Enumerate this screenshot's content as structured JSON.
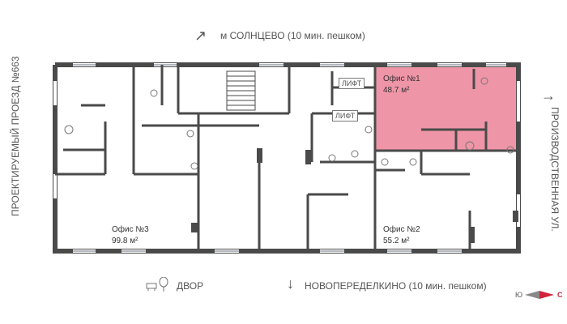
{
  "directions": {
    "top": "м СОЛНЦЕВО (10 мин. пешком)",
    "bottom": "НОВОПЕРЕДЕЛКИНО (10 мин. пешком)",
    "left": "ПРОЕКТИРУЕМЫЙ ПРОЕЗД №663",
    "right": "ПРОИЗВОДСТВЕННАЯ УЛ.",
    "yard": "ДВОР"
  },
  "offices": [
    {
      "name": "Офис №1",
      "area": "48.7 м²",
      "highlighted": true
    },
    {
      "name": "Офис №2",
      "area": "55.2 м²",
      "highlighted": false
    },
    {
      "name": "Офис №3",
      "area": "99.8 м²",
      "highlighted": false
    }
  ],
  "lifts": [
    "ЛИФТ",
    "ЛИФТ"
  ],
  "compass": {
    "south": "Ю",
    "north": "С"
  },
  "colors": {
    "highlight": "#ef95a8",
    "wall": "#4a4a4a",
    "accent": "#d0243c"
  }
}
